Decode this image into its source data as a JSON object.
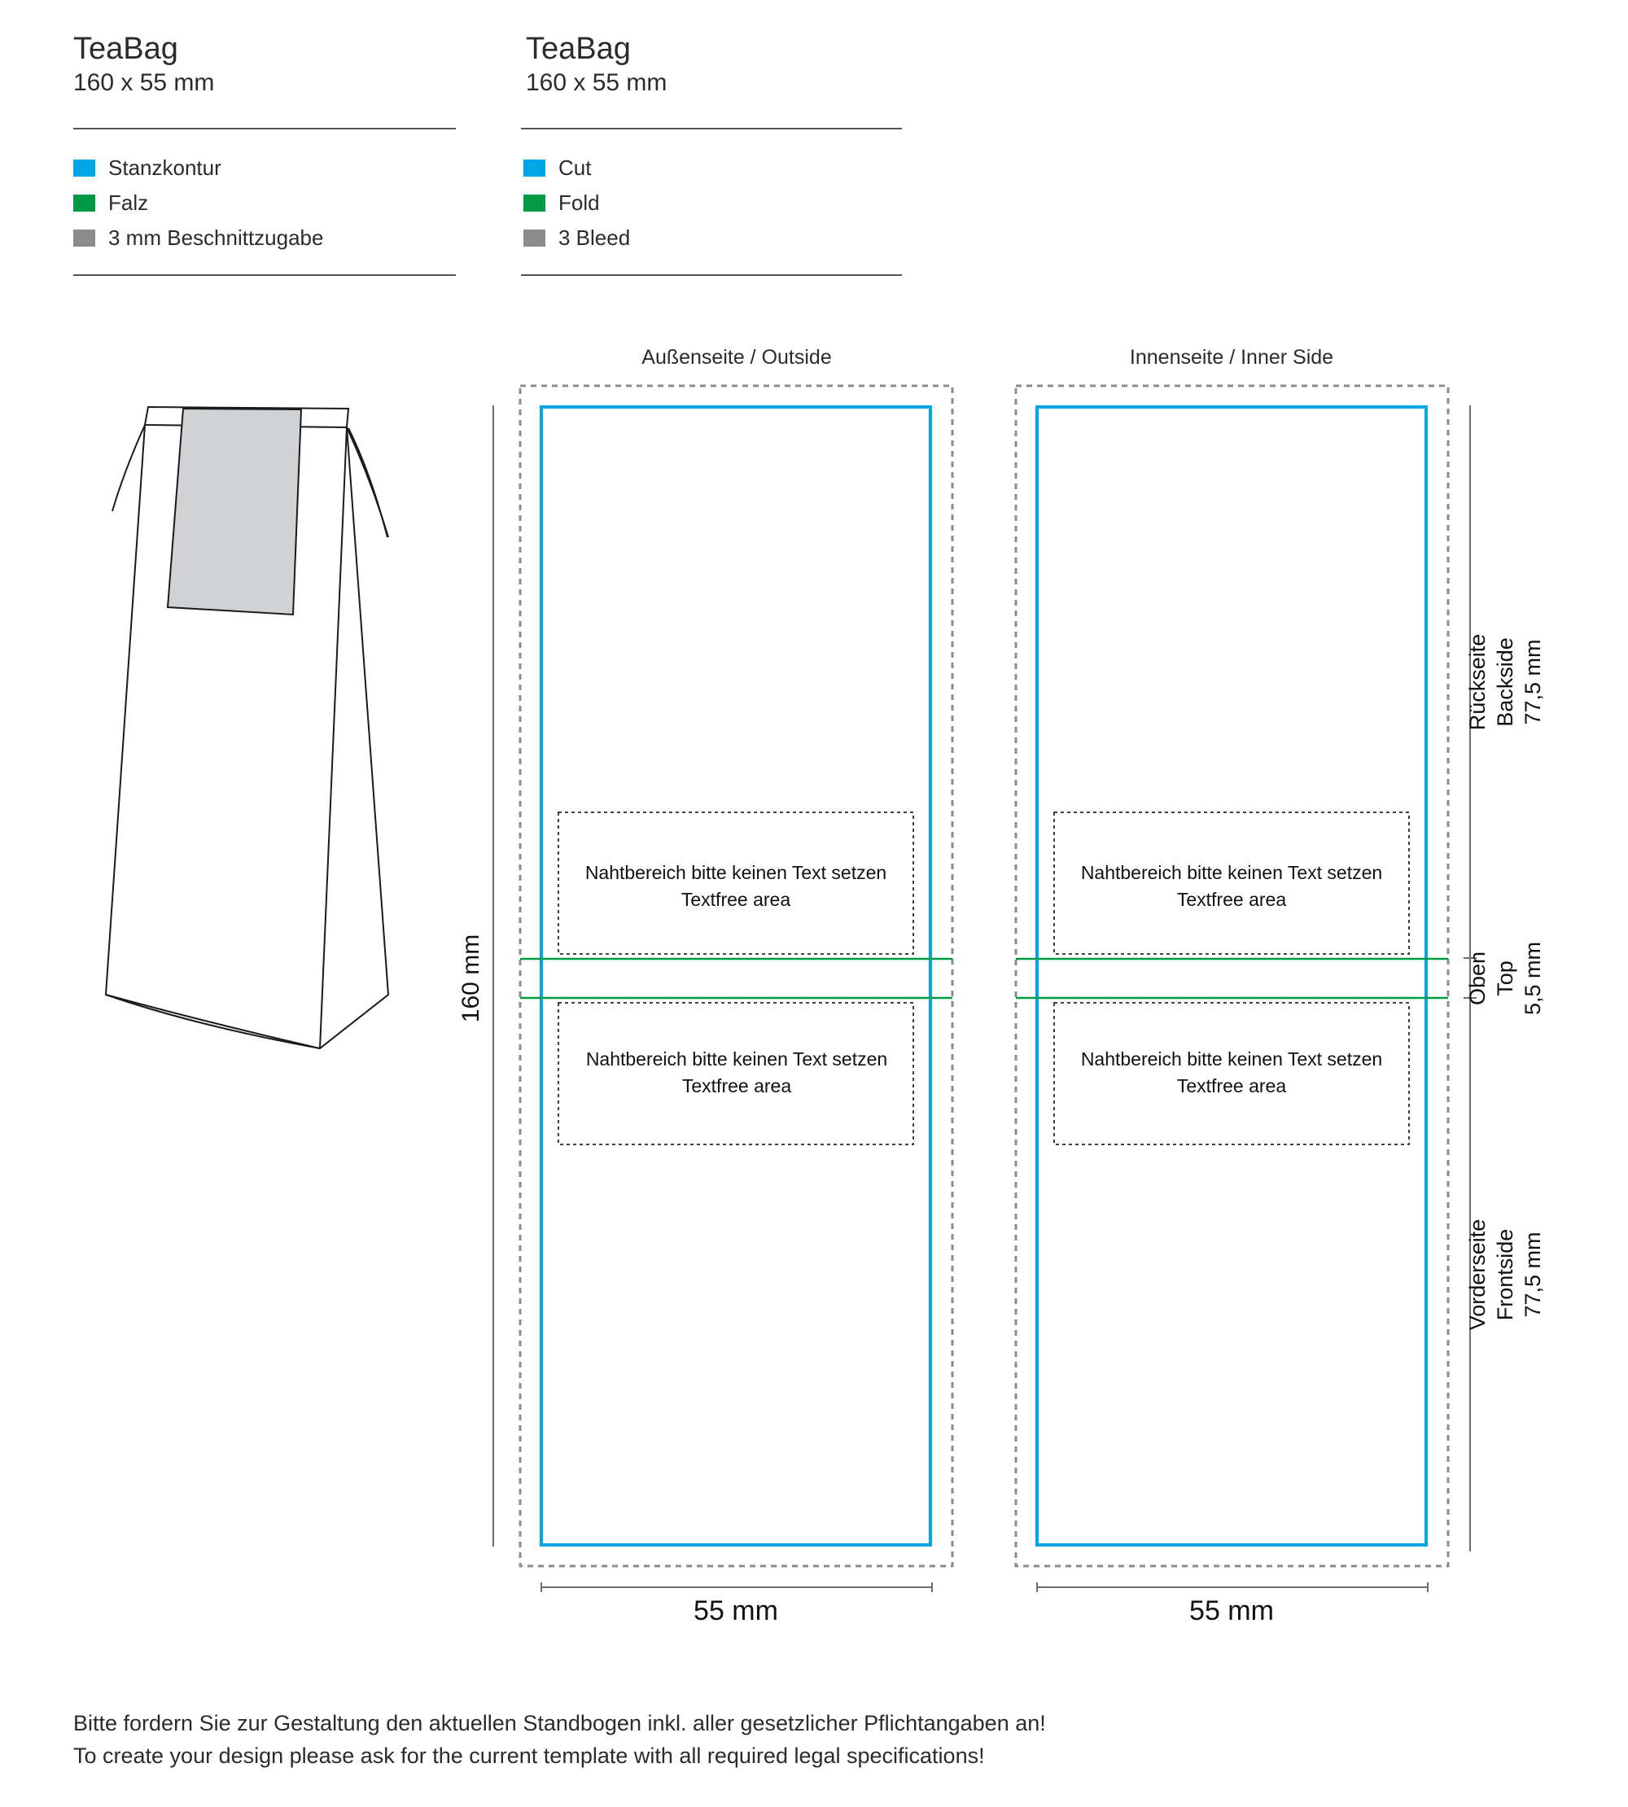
{
  "header_de": {
    "title": "TeaBag",
    "size": "160 x 55 mm",
    "legend": [
      {
        "label": "Stanzkontur",
        "color": "#00a6e6"
      },
      {
        "label": "Falz",
        "color": "#009a44"
      },
      {
        "label": "3 mm Beschnittzugabe",
        "color": "#8a8c8e"
      }
    ]
  },
  "header_en": {
    "title": "TeaBag",
    "size": "160 x 55 mm",
    "legend": [
      {
        "label": "Cut",
        "color": "#00a6e6"
      },
      {
        "label": "Fold",
        "color": "#009a44"
      },
      {
        "label": "3 Bleed",
        "color": "#8a8c8e"
      }
    ]
  },
  "panels": {
    "outside_title": "Außenseite / Outside",
    "inside_title": "Innenseite / Inner Side"
  },
  "textfree_area": {
    "line1": "Nahtbereich bitte keinen Text setzen",
    "line2": "Textfree area"
  },
  "dimensions": {
    "height": "160 mm",
    "width": "55 mm"
  },
  "sections": {
    "back": [
      "Rückseite",
      "Backside",
      "77,5 mm"
    ],
    "top": [
      "Oben",
      "Top",
      "5,5 mm"
    ],
    "front": [
      "Vorderseite",
      "Frontside",
      "77,5 mm"
    ]
  },
  "colors": {
    "cut": "#00a6e6",
    "fold": "#009a44",
    "bleed": "#8a8c8e",
    "label_fill": "#d1d2d4"
  },
  "footer": {
    "line_de": "Bitte fordern Sie zur Gestaltung den aktuellen Standbogen inkl. aller gesetzlicher Pflichtangaben an!",
    "line_en": "To create your design please ask for the current template with all required legal specifications!"
  }
}
